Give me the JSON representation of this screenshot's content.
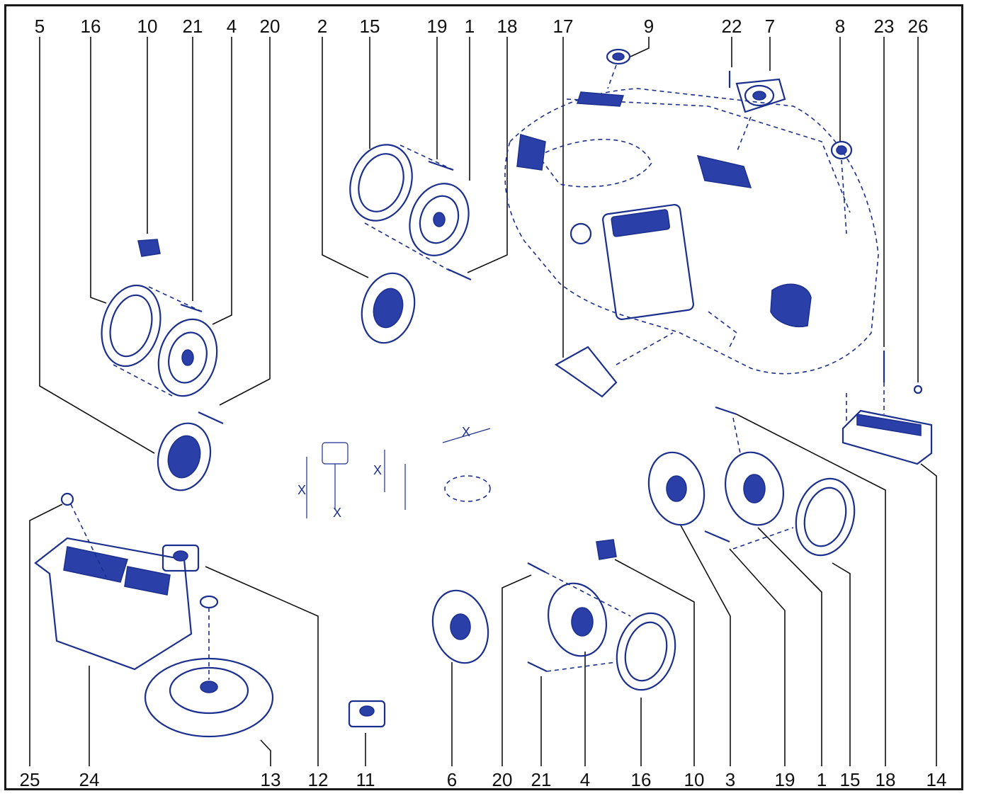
{
  "top_callouts": [
    "5",
    "16",
    "10",
    "21",
    "4",
    "20",
    "2",
    "15",
    "19",
    "1",
    "18",
    "17",
    "9",
    "22",
    "7",
    "8",
    "23",
    "26"
  ],
  "bottom_callouts": [
    "25",
    "24",
    "13",
    "12",
    "11",
    "6",
    "20",
    "21",
    "4",
    "16",
    "10",
    "3",
    "19",
    "1",
    "15",
    "18",
    "14"
  ],
  "dimension_label": "X",
  "colors": {
    "line": "#1b2f8f",
    "fill": "#2b3fa8",
    "text": "#111111",
    "frame": "#1a1a1a"
  },
  "parts": [
    {
      "id": "speaker-rear-left",
      "callout": "5"
    },
    {
      "id": "spacer-ring-left",
      "callout": "16"
    },
    {
      "id": "connector-left",
      "callout": "10"
    },
    {
      "id": "clip-left-upper",
      "callout": "21"
    },
    {
      "id": "speaker-front-left",
      "callout": "4"
    },
    {
      "id": "clip-left-lower",
      "callout": "20"
    },
    {
      "id": "speaker-door-upper",
      "callout": "2"
    },
    {
      "id": "spacer-ring-upper",
      "callout": "15"
    },
    {
      "id": "clip-upper",
      "callout": "19"
    },
    {
      "id": "speaker-upper",
      "callout": "1"
    },
    {
      "id": "rivet-upper",
      "callout": "18"
    },
    {
      "id": "bracket-dashboard",
      "callout": "17"
    },
    {
      "id": "tweeter-dash-left",
      "callout": "9"
    },
    {
      "id": "screw-center",
      "callout": "22"
    },
    {
      "id": "center-speaker",
      "callout": "7"
    },
    {
      "id": "tweeter-dash-right",
      "callout": "8"
    },
    {
      "id": "screw-amp",
      "callout": "23"
    },
    {
      "id": "nut-amp",
      "callout": "26"
    },
    {
      "id": "amplifier",
      "callout": "14"
    },
    {
      "id": "clip-subwoofer",
      "callout": "25"
    },
    {
      "id": "subwoofer-box",
      "callout": "24"
    },
    {
      "id": "subwoofer-spare-wheel",
      "callout": "13"
    },
    {
      "id": "tweeter-square-upper",
      "callout": "12"
    },
    {
      "id": "tweeter-square-lower",
      "callout": "11"
    },
    {
      "id": "speaker-rear-right",
      "callout": "6"
    },
    {
      "id": "speaker-right-lower",
      "callout": "3"
    }
  ]
}
